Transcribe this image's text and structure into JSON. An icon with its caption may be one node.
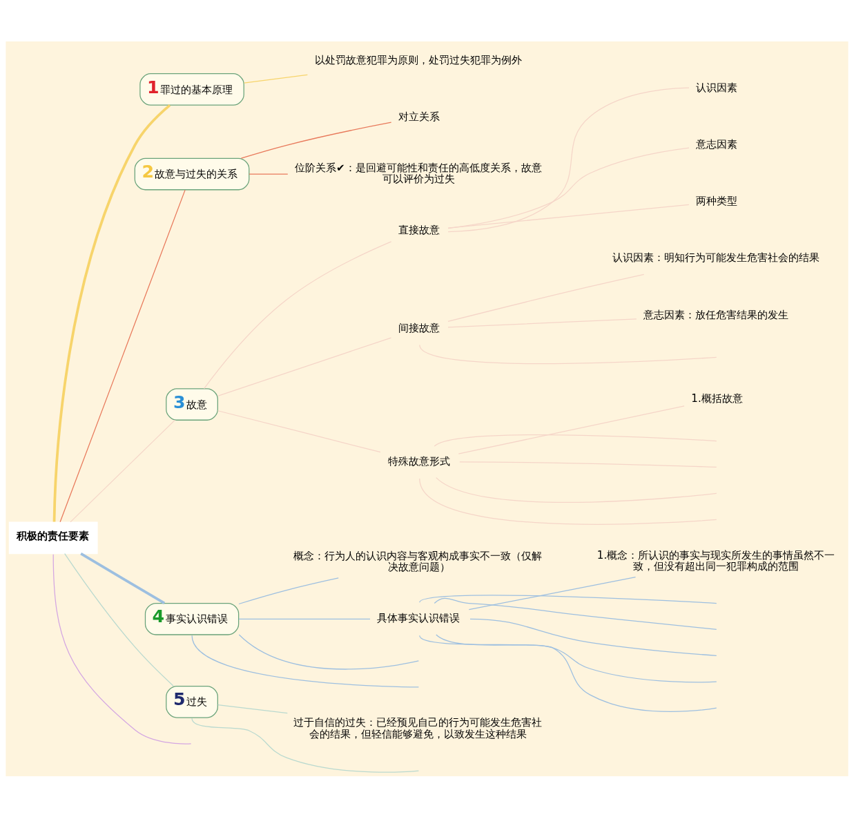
{
  "diagram": {
    "nodes": [
      {
        "text": [
          "积极的责任要素"
        ]
      },
      {
        "text": [
          "1",
          "罪过的基本原理"
        ]
      },
      {
        "text": [
          "以处罚故意犯罪为原则，处罚过失犯罪为例外"
        ]
      },
      {
        "text": [
          "2",
          "故意与过失的关系"
        ]
      },
      {
        "text": [
          "对立关系"
        ]
      },
      {
        "text": [
          "位阶关系✔：是回避可能性和责任的高低度关系，故意可以评价为过失"
        ]
      },
      {
        "text": [
          "3",
          "故意"
        ]
      },
      {
        "text": [
          "直接故意"
        ]
      },
      {
        "text": [
          "认识因素"
        ]
      },
      {
        "text": [
          "意志因素"
        ]
      },
      {
        "text": [
          "两种类型"
        ]
      },
      {
        "text": [
          "间接故意"
        ]
      },
      {
        "text": [
          "认识因素：明知行为可能发生危害社会的结果"
        ]
      },
      {
        "text": [
          "意志因素：放任危害结果的发生"
        ]
      },
      {
        "text": [
          "特殊故意形式"
        ]
      },
      {
        "text": [
          "1.概括故意"
        ]
      },
      {
        "text": [
          "4",
          "事实认识错误"
        ]
      },
      {
        "text": [
          "概念：行为人的认识内容与客观构成事实不一致（仅解决故意问题）"
        ]
      },
      {
        "text": [
          "具体事实认识错误"
        ]
      },
      {
        "text": [
          "1.概念：所认识的事实与现实所发生的事情虽然不一致，但没有超出同一犯罪构成的范围"
        ]
      },
      {
        "text": [
          "5",
          "过失"
        ]
      },
      {
        "text": [
          "过于自信的过失：已经预见自己的行为可能发生危害社会的结果，但轻信能够避免，以致发生这种结果"
        ]
      }
    ],
    "edges": [
      {
        "from": 0,
        "to": 1,
        "arrow": "none",
        "style": "thick",
        "color": "#f7d46b"
      },
      {
        "from": 1,
        "to": 2,
        "arrow": "none",
        "color": "#f7d46b"
      },
      {
        "from": 0,
        "to": 3,
        "arrow": "none",
        "color": "#e8785a"
      },
      {
        "from": 3,
        "to": 4,
        "arrow": "none",
        "color": "#e8785a"
      },
      {
        "from": 3,
        "to": 5,
        "arrow": "none",
        "color": "#e8785a"
      },
      {
        "from": 0,
        "to": 6,
        "arrow": "none",
        "color": "#f5d5c8"
      },
      {
        "from": 6,
        "to": 7,
        "arrow": "none",
        "color": "#f5d5c8"
      },
      {
        "from": 7,
        "to": 8,
        "arrow": "none",
        "color": "#f5d5c8"
      },
      {
        "from": 7,
        "to": 9,
        "arrow": "none",
        "color": "#f5d5c8"
      },
      {
        "from": 7,
        "to": 10,
        "arrow": "none",
        "color": "#f5d5c8"
      },
      {
        "from": 6,
        "to": 11,
        "arrow": "none",
        "color": "#f5d5c8"
      },
      {
        "from": 11,
        "to": 12,
        "arrow": "none",
        "color": "#f5d5c8"
      },
      {
        "from": 11,
        "to": 13,
        "arrow": "none",
        "color": "#f5d5c8"
      },
      {
        "from": 11,
        "to": null,
        "arrow": "none",
        "color": "#f5d5c8"
      },
      {
        "from": 6,
        "to": 14,
        "arrow": "none",
        "color": "#f5d5c8"
      },
      {
        "from": 14,
        "to": 15,
        "arrow": "none",
        "color": "#f5d5c8"
      },
      {
        "from": 14,
        "to": null,
        "arrow": "none",
        "color": "#f5d5c8"
      },
      {
        "from": 14,
        "to": null,
        "arrow": "none",
        "color": "#f5d5c8"
      },
      {
        "from": 14,
        "to": null,
        "arrow": "none",
        "color": "#f5d5c8"
      },
      {
        "from": 14,
        "to": null,
        "arrow": "none",
        "color": "#f5d5c8"
      },
      {
        "from": 0,
        "to": 16,
        "arrow": "none",
        "style": "thick",
        "color": "#9dbfe0"
      },
      {
        "from": 16,
        "to": 17,
        "arrow": "none",
        "color": "#9dbfe0"
      },
      {
        "from": 16,
        "to": 18,
        "arrow": "none",
        "color": "#9dbfe0"
      },
      {
        "from": 18,
        "to": 19,
        "arrow": "none",
        "color": "#9dbfe0"
      },
      {
        "from": 18,
        "to": null,
        "arrow": "none",
        "color": "#9dbfe0"
      },
      {
        "from": 18,
        "to": null,
        "arrow": "none",
        "color": "#9dbfe0"
      },
      {
        "from": 18,
        "to": null,
        "arrow": "none",
        "color": "#9dbfe0"
      },
      {
        "from": 18,
        "to": null,
        "arrow": "none",
        "color": "#9dbfe0"
      },
      {
        "from": 18,
        "to": null,
        "arrow": "none",
        "color": "#9dbfe0"
      },
      {
        "from": 16,
        "to": null,
        "arrow": "none",
        "color": "#9dbfe0"
      },
      {
        "from": 16,
        "to": null,
        "arrow": "none",
        "color": "#9dbfe0"
      },
      {
        "from": 0,
        "to": 20,
        "arrow": "none",
        "color": "#b9d9cf"
      },
      {
        "from": 20,
        "to": 21,
        "arrow": "none",
        "color": "#b9d9cf"
      },
      {
        "from": 20,
        "to": null,
        "arrow": "none",
        "color": "#b9d9cf"
      },
      {
        "from": 0,
        "to": null,
        "arrow": "none",
        "color": "#d4a6e2"
      }
    ]
  }
}
